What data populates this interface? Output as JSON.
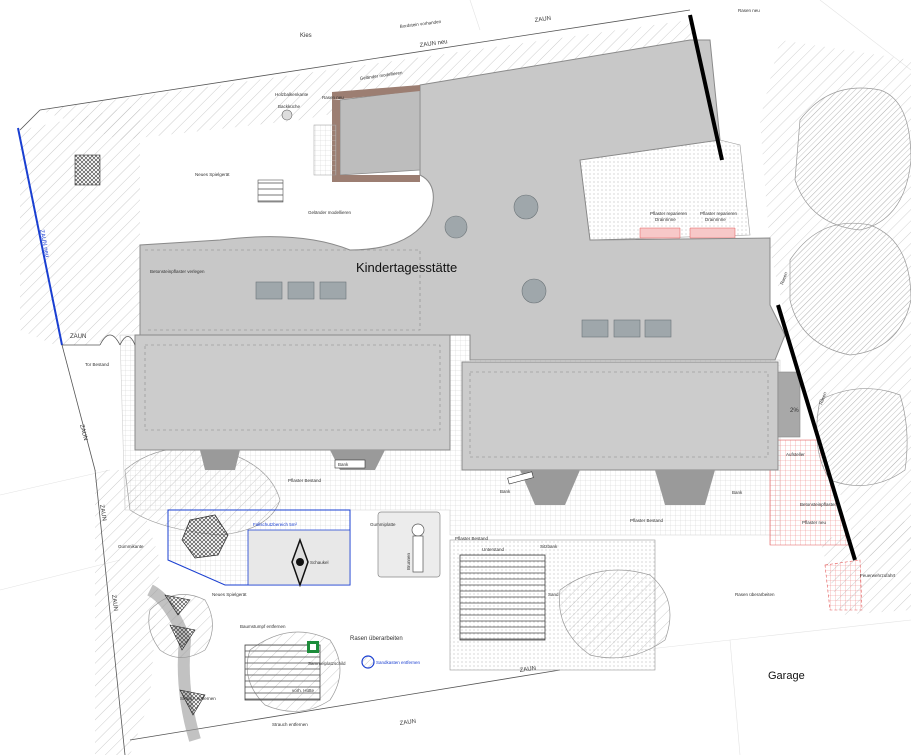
{
  "title": "Kindertagesstätte",
  "garage": "Garage",
  "labels": {
    "zaun": "ZAUN",
    "zaun_neu": "ZAUN neu",
    "kies": "Kies",
    "bordstein": "Bordstein vorhanden",
    "rasen_neu_top": "Rasen neu",
    "rasen_neu_small": "Rasen neu",
    "gelaende_top": "Geländer modellieren",
    "gelaende_mid": "Geländer modellieren",
    "holzbalken": "Holzbalkenkante",
    "backkueche": "Backküche",
    "pflaster_reparieren_1": "Pflaster reparieren",
    "drainrinne_1": "Drainrinne",
    "pflaster_reparieren_2": "Pflaster reparieren",
    "drainrinne_2": "Drainrinne",
    "neues_spielgeraet_top": "Neues Spielgerät",
    "betonsteinpflaster_verlegen": "Betonsteinpflaster verlegen",
    "tor_bestand": "Tor Bestand",
    "pflaster_bestand_left": "Pflaster Bestand",
    "pflaster_bestand_right": "Pflaster Bestand",
    "pflaster_bestand_mid": "Pflaster Bestand",
    "bank_1": "Bank",
    "bank_2": "Bank",
    "bank_3": "Bank",
    "gummiplatte": "Gummiplatte",
    "gummikante": "Gummikante",
    "schaukel": "Schaukel",
    "brunnen": "Brunnen",
    "unterstand": "Unterstand",
    "sitzbank": "Sitzbank",
    "sand": "Sand",
    "neues_spielgeraet_bottom": "Neues Spielgerät",
    "baumstumpf": "Baumstumpf entfernen",
    "rasen_ueberarbeiten_1": "Rasen überarbeiten",
    "rasen_ueberarbeiten_2": "Rasen überarbeiten",
    "sammelplatzschild": "Sammelplatzschild",
    "vorh_huette": "vorh. Hütte",
    "strauch_entfernen_1": "Strauch entfernen",
    "strauch_entfernen_2": "Strauch entfernen",
    "betonsteinpflaster_right": "Betonsteinpflaster",
    "pflaster_neu": "Pflaster neu",
    "feuerwehrzufahrt": "Feuerwehrzufahrt",
    "rasen_label": "Rasen",
    "percent": "2%",
    "fallschutz": "Fallschutzbereich 5m²",
    "sandkasten": "Sandkasten entfernen",
    "aufsteller": "Aufsteller",
    "bank_gum": "Bank"
  },
  "colors": {
    "building": "#c8c8c8",
    "building_dark": "#a8a8a8",
    "roof_edge": "#8a8a8a",
    "paving": "#e8e8e8",
    "grass_hatch": "#bdbdbd",
    "brown": "#9c7e72",
    "red_grid": "#e35a5a",
    "blue": "#1a3fd1",
    "sign_green": "#1c8c3a"
  }
}
